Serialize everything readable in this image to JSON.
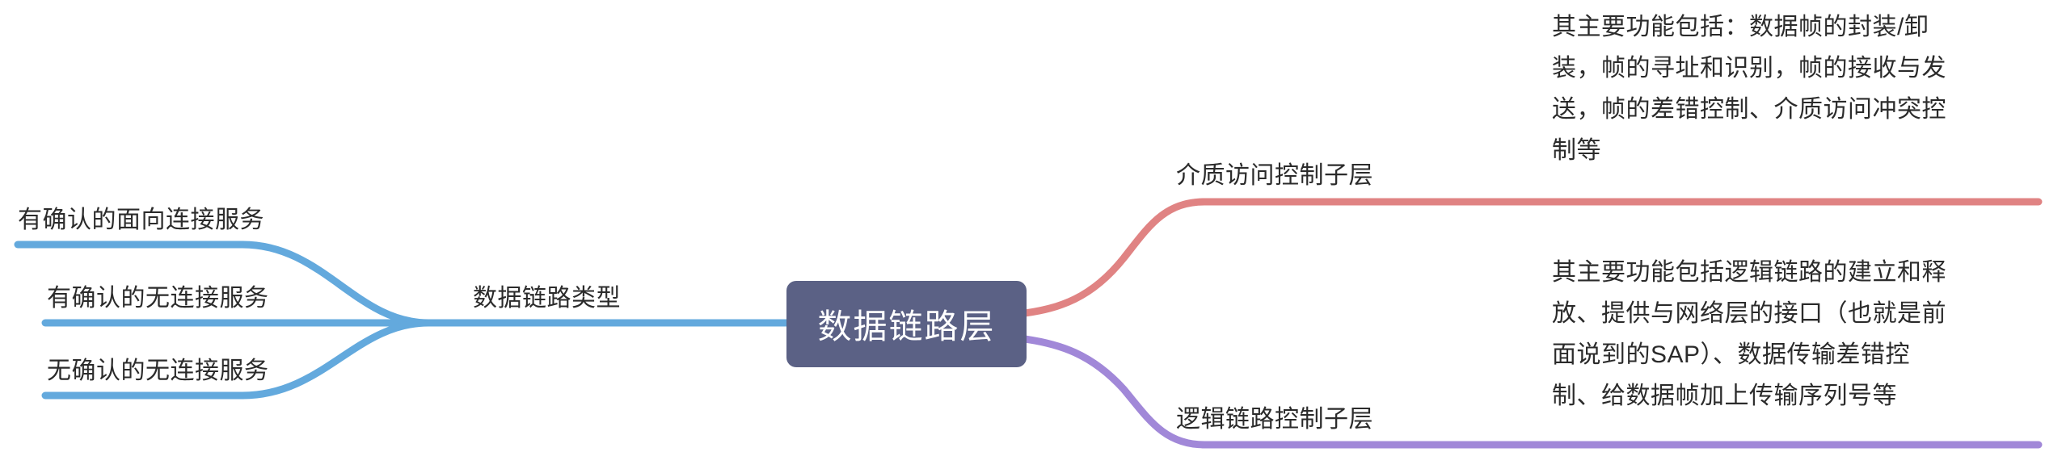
{
  "mindmap": {
    "central_node": {
      "text": "数据链路层",
      "bg_color": "#5b6185",
      "text_color": "#ffffff"
    },
    "colors": {
      "left_branch": "#63a9dd",
      "top_right_branch": "#e08383",
      "bottom_right_branch": "#a188d8",
      "background": "#ffffff",
      "text": "#2b2b2b"
    },
    "left_branch": {
      "parent": {
        "text": "数据链路类型"
      },
      "children": [
        {
          "text": "有确认的面向连接服务"
        },
        {
          "text": "有确认的无连接服务"
        },
        {
          "text": "无确认的无连接服务"
        }
      ]
    },
    "right_branches": [
      {
        "title": "介质访问控制子层",
        "description": "其主要功能包括：数据帧的封装/卸装，帧的寻址和识别，帧的接收与发送，帧的差错控制、介质访问冲突控制等",
        "description_lines": [
          "其主要功能包括：数据帧的封装/卸",
          "装，帧的寻址和识别，帧的接收与发",
          "送，帧的差错控制、介质访问冲突控",
          "制等"
        ],
        "color": "#e08383"
      },
      {
        "title": "逻辑链路控制子层",
        "description": "其主要功能包括逻辑链路的建立和释放、提供与网络层的接口（也就是前面说到的SAP）、数据传输差错控制、给数据帧加上传输序列号等",
        "description_lines": [
          "其主要功能包括逻辑链路的建立和释",
          "放、提供与网络层的接口（也就是前",
          "面说到的SAP）、数据传输差错控",
          "制、给数据帧加上传输序列号等"
        ],
        "color": "#a188d8"
      }
    ]
  }
}
